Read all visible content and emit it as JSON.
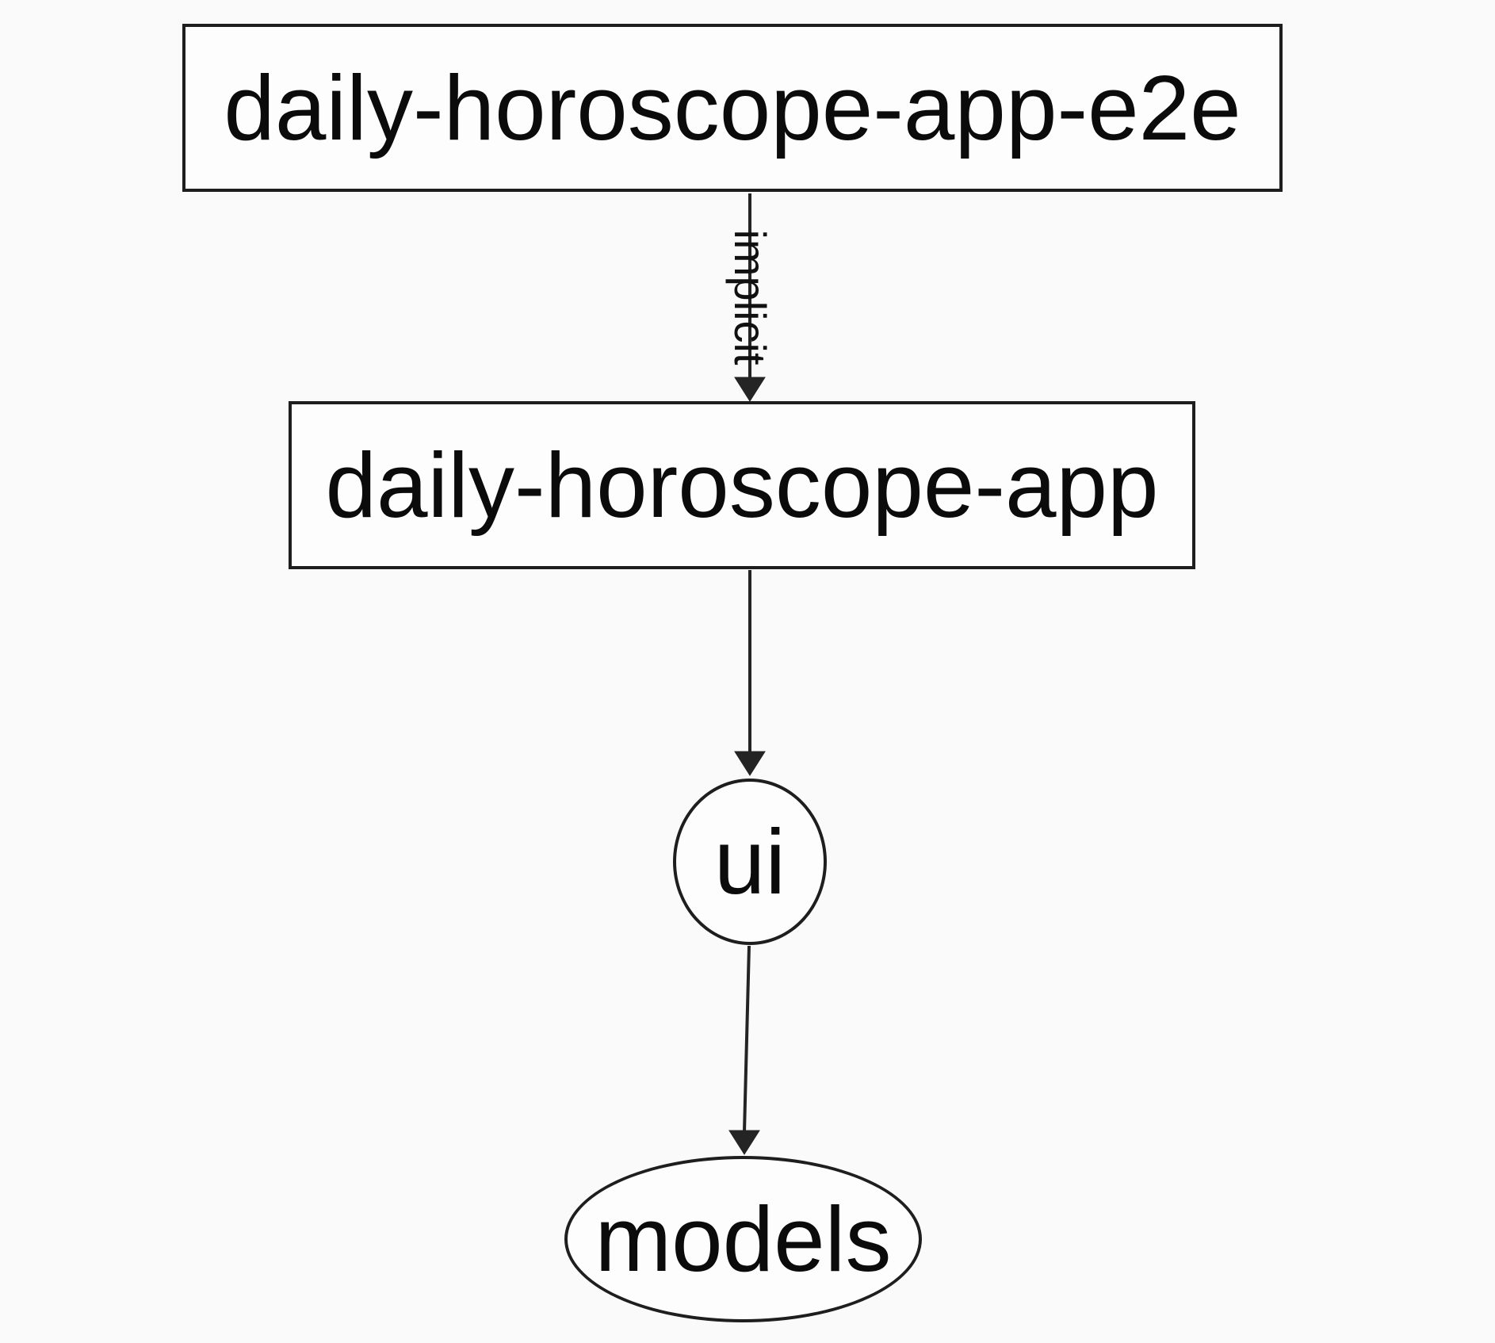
{
  "diagram": {
    "type": "dependency-graph",
    "background_color": "#fbfafa",
    "stroke_color": "#242424",
    "text_color": "#0b0b0b",
    "nodes": [
      {
        "id": "daily-horoscope-app-e2e",
        "label": "daily-horoscope-app-e2e",
        "shape": "rectangle"
      },
      {
        "id": "daily-horoscope-app",
        "label": "daily-horoscope-app",
        "shape": "rectangle"
      },
      {
        "id": "ui",
        "label": "ui",
        "shape": "ellipse"
      },
      {
        "id": "models",
        "label": "models",
        "shape": "ellipse"
      }
    ],
    "edges": [
      {
        "from": "daily-horoscope-app-e2e",
        "to": "daily-horoscope-app",
        "label": "implicit",
        "style": "solid",
        "arrowhead": "filled-triangle"
      },
      {
        "from": "daily-horoscope-app",
        "to": "ui",
        "label": "",
        "style": "solid",
        "arrowhead": "filled-triangle"
      },
      {
        "from": "ui",
        "to": "models",
        "label": "",
        "style": "solid",
        "arrowhead": "filled-triangle"
      }
    ]
  }
}
